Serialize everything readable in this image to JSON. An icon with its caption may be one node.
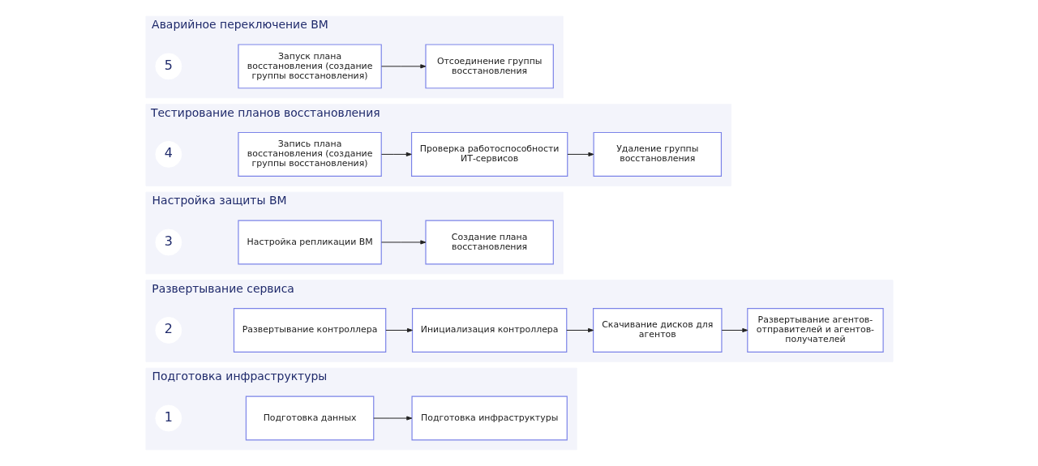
{
  "diagram": {
    "nodes": [
      {
        "text": [
          "Подготовка инфраструктуры"
        ]
      },
      {
        "text": [
          "1"
        ],
        "in": 0
      },
      {
        "text": [
          "Подготовка данных"
        ],
        "in": 0
      },
      {
        "text": [
          "Подготовка инфраструктуры"
        ],
        "in": 0
      },
      {
        "text": [
          "Развертывание сервиса"
        ]
      },
      {
        "text": [
          "2"
        ],
        "in": 4
      },
      {
        "text": [
          "Развертывание контроллера"
        ],
        "in": 4
      },
      {
        "text": [
          "Инициализация контроллера"
        ],
        "in": 4
      },
      {
        "text": [
          "Скачивание дисков для агентов"
        ],
        "in": 4
      },
      {
        "text": [
          "Развертывание агентов-отправителей и агентов-получателей"
        ],
        "in": 4
      },
      {
        "text": [
          "Настройка защиты ВМ"
        ]
      },
      {
        "text": [
          "3"
        ],
        "in": 10
      },
      {
        "text": [
          "Настройка репликации ВМ"
        ],
        "in": 10
      },
      {
        "text": [
          "Создание плана восстановления"
        ],
        "in": 10
      },
      {
        "text": [
          "Тестирование планов восстановления"
        ]
      },
      {
        "text": [
          "4"
        ],
        "in": 14
      },
      {
        "text": [
          "Запись плана восстановления (создание группы восстановления)"
        ],
        "in": 14
      },
      {
        "text": [
          "Проверка работоспособности ИТ-сервисов"
        ],
        "in": 14
      },
      {
        "text": [
          "Удаление группы восстановления"
        ],
        "in": 14
      },
      {
        "text": [
          "Аварийное переключение ВМ"
        ]
      },
      {
        "text": [
          "5"
        ],
        "in": 19
      },
      {
        "text": [
          "Запуск плана восстановления (создание группы восстановления)"
        ],
        "in": 19
      },
      {
        "text": [
          "Отсоединение группы восстановления"
        ],
        "in": 19
      }
    ],
    "edges": [
      {
        "from": 2,
        "to": 3,
        "arrow": "to"
      },
      {
        "from": 6,
        "to": 7,
        "arrow": "to"
      },
      {
        "from": 7,
        "to": 8,
        "arrow": "to"
      },
      {
        "from": 8,
        "to": 9,
        "arrow": "to"
      },
      {
        "from": 12,
        "to": 13,
        "arrow": "to"
      },
      {
        "from": 16,
        "to": 17,
        "arrow": "to"
      },
      {
        "from": 17,
        "to": 18,
        "arrow": "to"
      },
      {
        "from": 21,
        "to": 22,
        "arrow": "to"
      }
    ]
  }
}
